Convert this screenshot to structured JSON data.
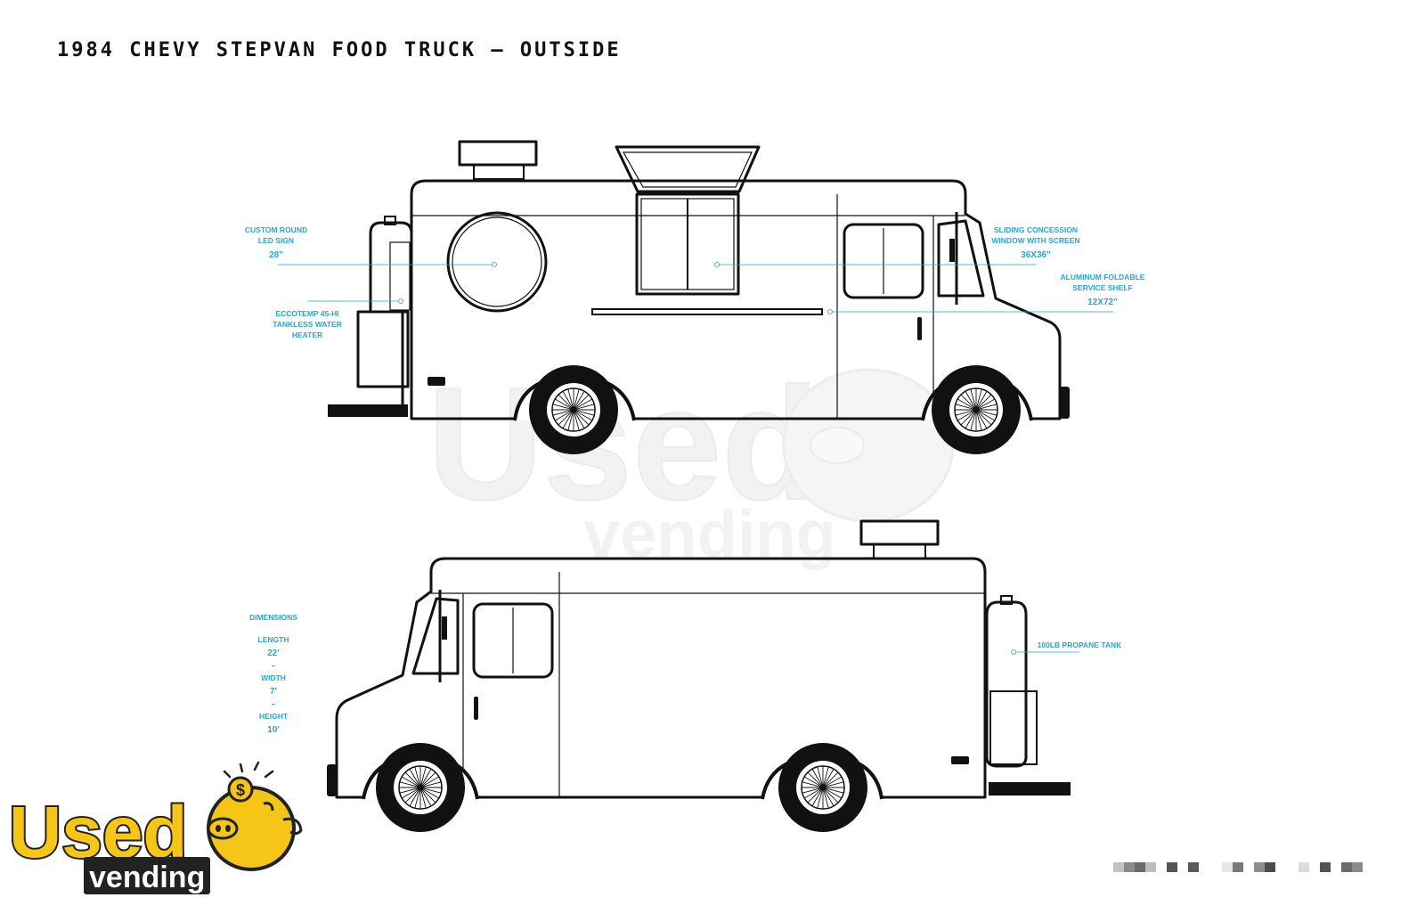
{
  "title": "1984 CHEVY STEPVAN FOOD TRUCK – OUTSIDE",
  "callouts": {
    "led_sign": {
      "line1": "CUSTOM ROUND",
      "line2": "LED SIGN",
      "measure": "28\""
    },
    "water_heater": {
      "line1": "ECCOTEMP 45-HI",
      "line2": "TANKLESS WATER",
      "line3": "HEATER"
    },
    "concession_window": {
      "line1": "SLIDING CONCESSION",
      "line2": "WINDOW WITH SCREEN",
      "measure": "36X36\""
    },
    "service_shelf": {
      "line1": "ALUMINUM FOLDABLE",
      "line2": "SERVICE SHELF",
      "measure": "12X72\""
    },
    "propane_tank": {
      "line1": "100LB PROPANE TANK"
    }
  },
  "dimensions": {
    "heading": "DIMENSIONS",
    "length_label": "LENGTH",
    "length_value": "22'",
    "width_label": "WIDTH",
    "width_value": "7'",
    "height_label": "HEIGHT",
    "height_value": "10'",
    "separator": "–"
  },
  "logo": {
    "word1": "Used",
    "word2": "vending",
    "symbol": "$"
  },
  "watermark": {
    "word1": "Used",
    "word2": "vending"
  },
  "colors": {
    "callout": "#2aa4cf",
    "logo_yellow": "#f5c518",
    "logo_outline": "#222222",
    "watermark": "#dddddd"
  }
}
